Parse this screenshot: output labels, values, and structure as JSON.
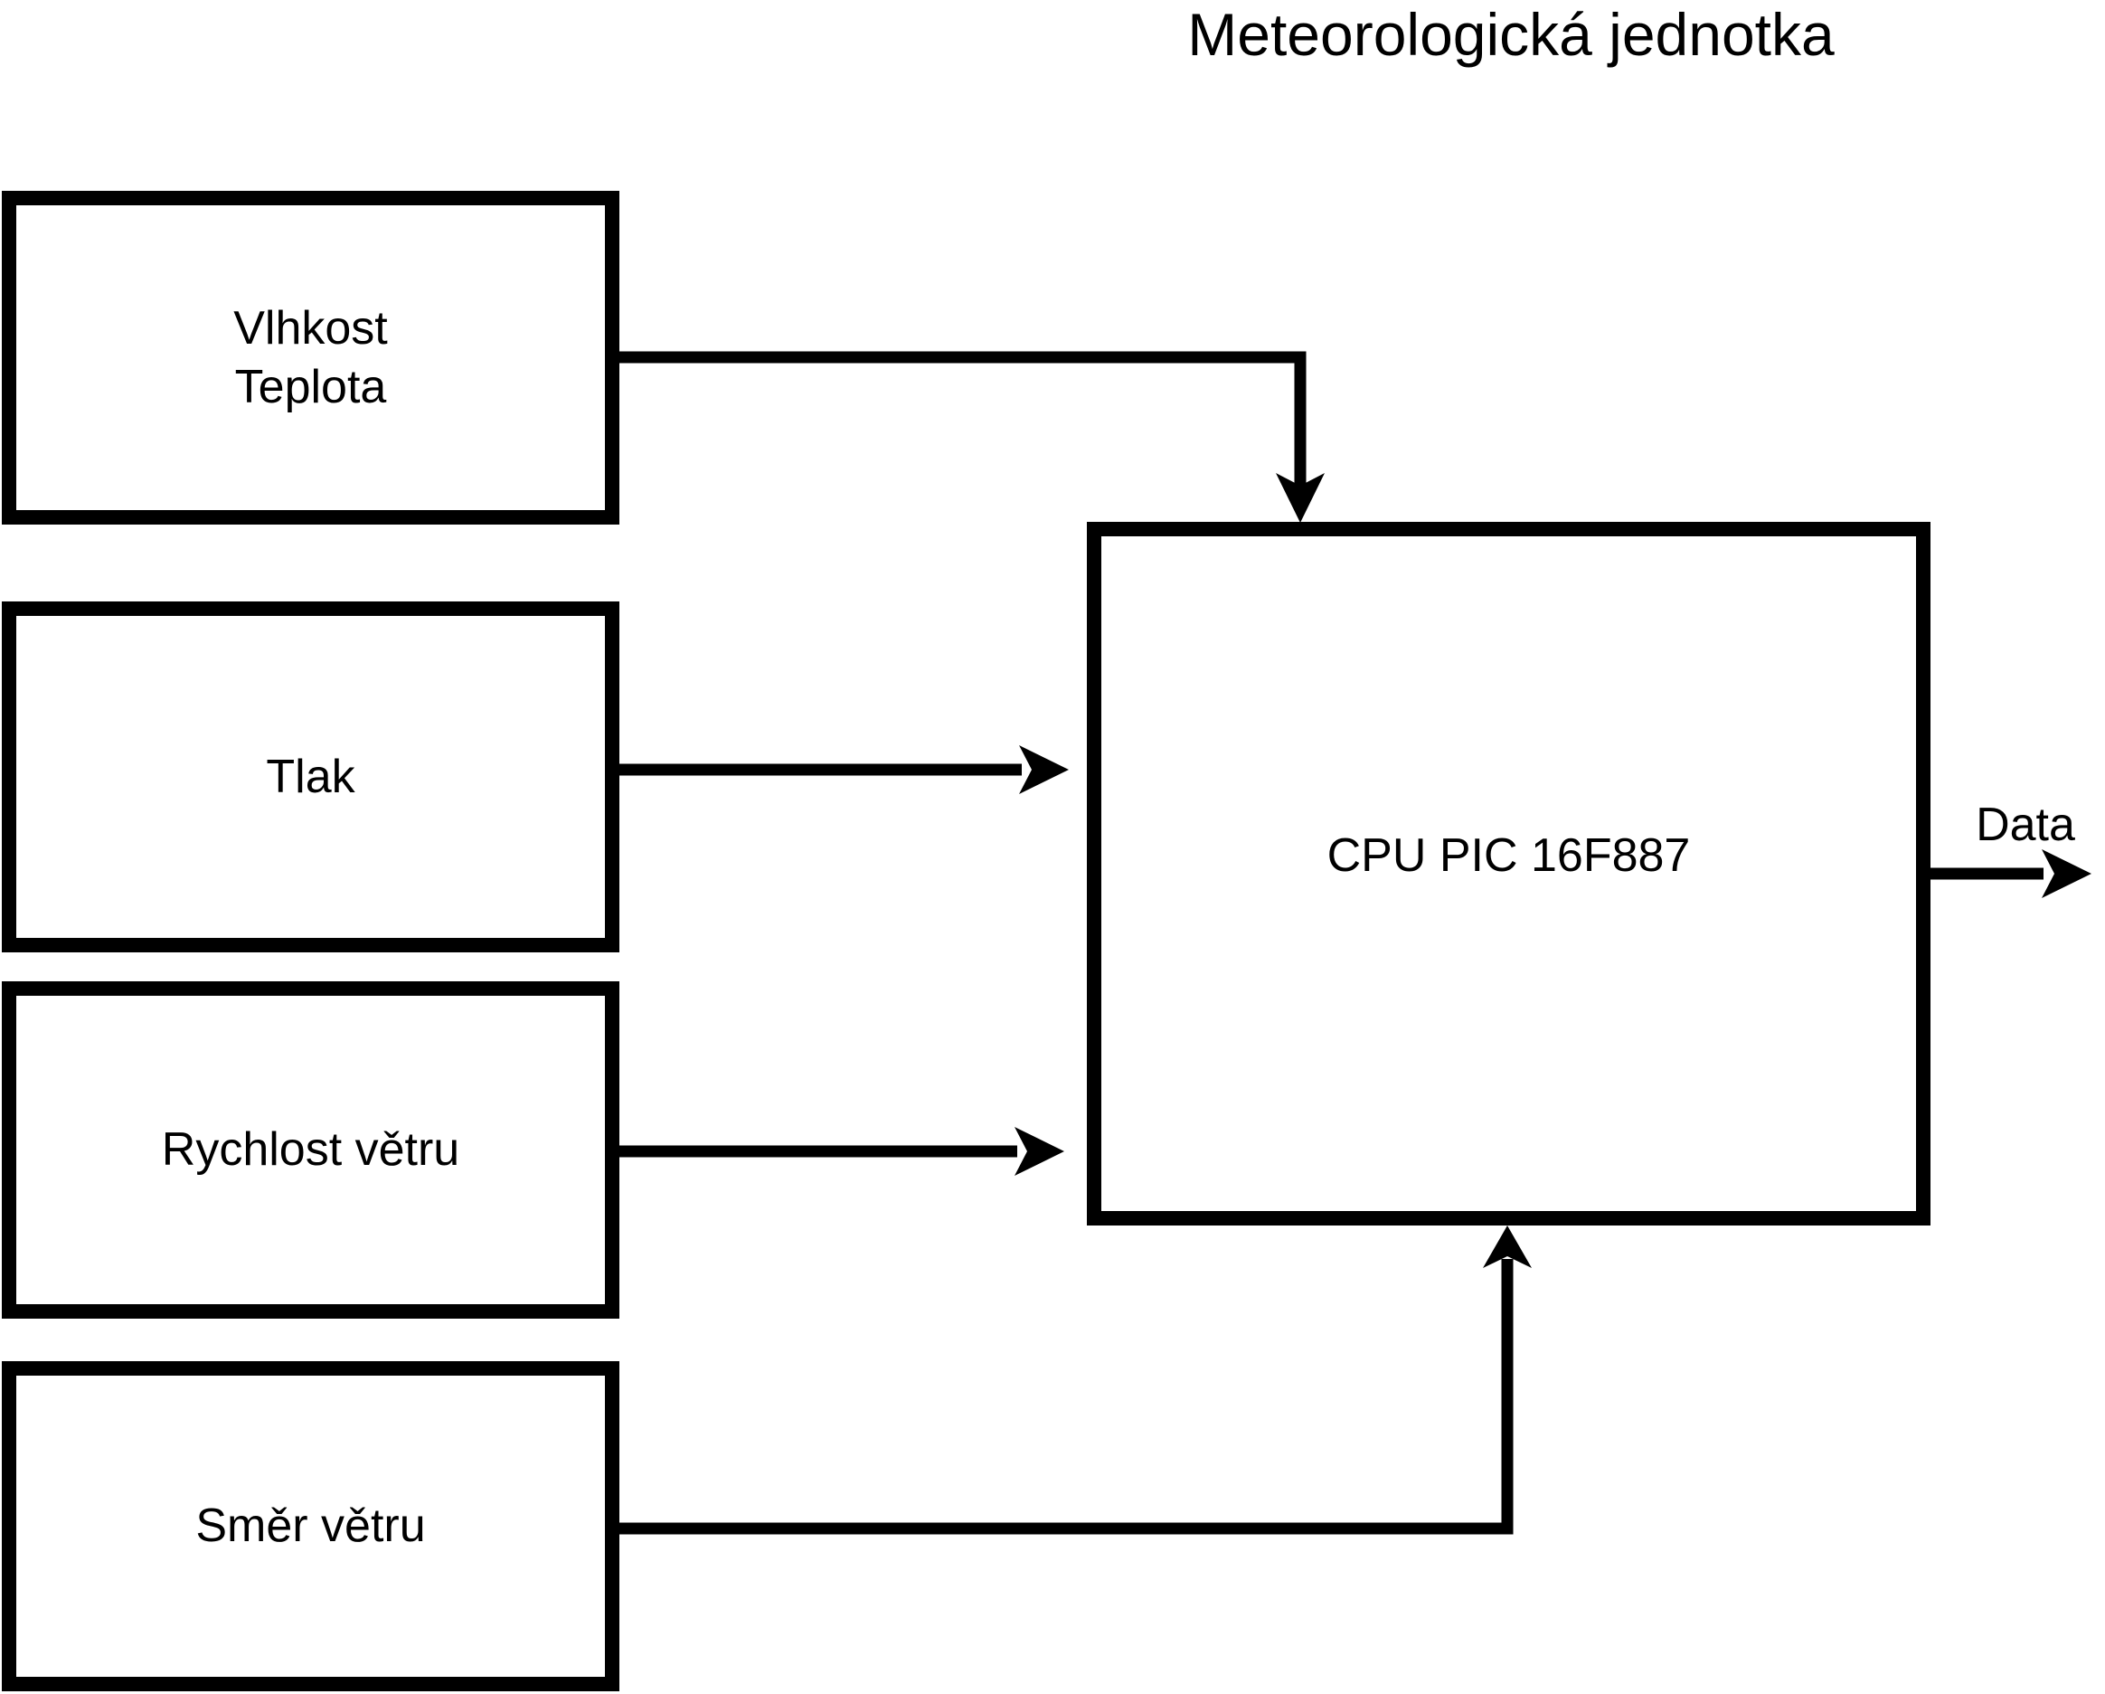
{
  "diagram": {
    "title": "Meteorologická jednotka"
  },
  "sensors": [
    {
      "label": "Vlhkost\nTeplota"
    },
    {
      "label": "Tlak"
    },
    {
      "label": "Rychlost větru"
    },
    {
      "label": "Směr větru"
    }
  ],
  "cpu": {
    "label": "CPU PIC 16F887"
  },
  "output": {
    "label": "Data"
  },
  "colors": {
    "line": "#000000",
    "background": "#ffffff"
  }
}
